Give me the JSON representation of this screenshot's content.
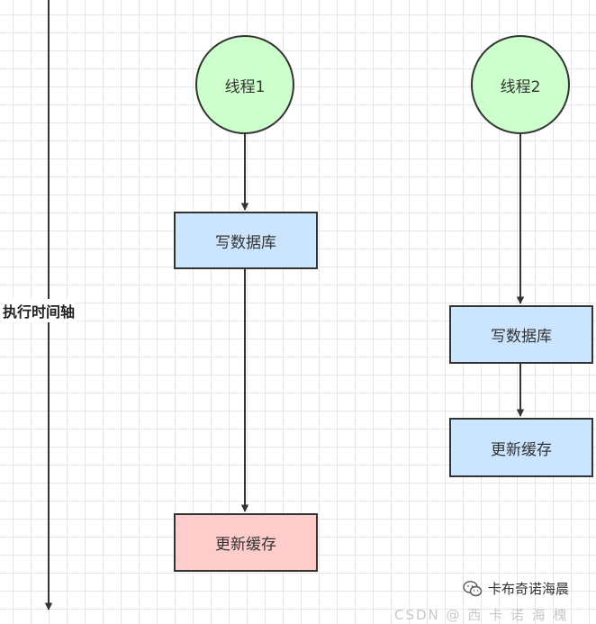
{
  "timeline": {
    "label": "执行时间轴"
  },
  "thread1": {
    "label": "线程1",
    "steps": [
      "写数据库",
      "更新缓存"
    ]
  },
  "thread2": {
    "label": "线程2",
    "steps": [
      "写数据库",
      "更新缓存"
    ]
  },
  "watermark": {
    "text": "卡布奇诺海晨",
    "faded_text": "CSDN @ 西 卡 诺 海 槐"
  },
  "colors": {
    "thread_fill": "#ccffcc",
    "write_fill": "#cce5ff",
    "stale_update_fill": "#ffcccc",
    "stroke": "#333333"
  },
  "icons": {
    "watermark_icon": "wechat-icon"
  }
}
